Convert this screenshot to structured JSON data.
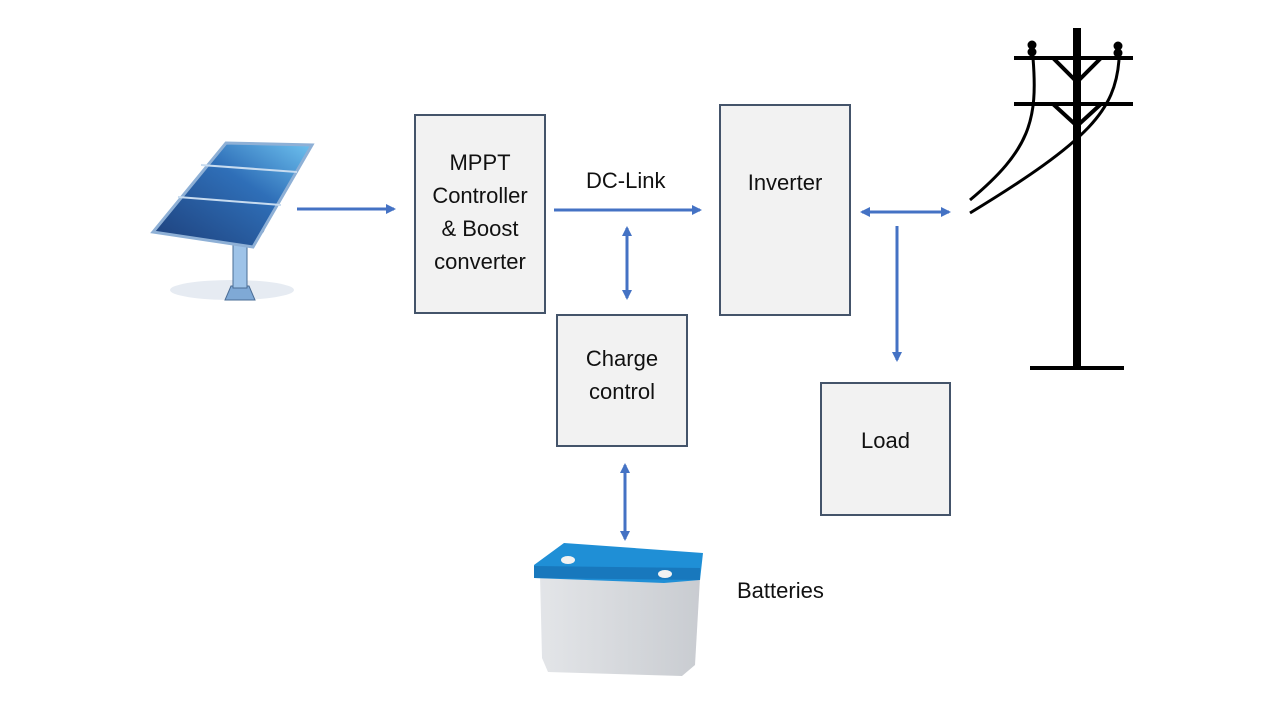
{
  "diagram": {
    "title": "PV system block diagram",
    "nodes": {
      "solar_panel": {
        "icon": "solar-panel-icon"
      },
      "mppt": {
        "lines": [
          "MPPT",
          "Controller",
          "& Boost",
          "converter"
        ]
      },
      "inverter": {
        "label": "Inverter"
      },
      "charge_control": {
        "lines": [
          "Charge",
          "control"
        ]
      },
      "load": {
        "label": "Load"
      },
      "grid": {
        "icon": "utility-pole-icon"
      },
      "batteries": {
        "icon": "battery-icon",
        "label": "Batteries"
      }
    },
    "dc_link_label": "DC-Link",
    "edges": [
      {
        "from": "solar_panel",
        "to": "mppt",
        "direction": "forward"
      },
      {
        "from": "mppt",
        "to": "inverter",
        "direction": "forward",
        "label": "DC-Link"
      },
      {
        "from": "dc_link",
        "to": "charge_control",
        "direction": "bidirectional"
      },
      {
        "from": "charge_control",
        "to": "batteries",
        "direction": "bidirectional"
      },
      {
        "from": "inverter",
        "to": "grid",
        "direction": "bidirectional"
      },
      {
        "from": "inverter",
        "to": "load",
        "direction": "forward"
      }
    ],
    "colors": {
      "arrow": "#4472c4",
      "box_fill": "#f2f2f2",
      "box_border": "#44546a",
      "battery_lid": "#1f8fd6"
    }
  }
}
